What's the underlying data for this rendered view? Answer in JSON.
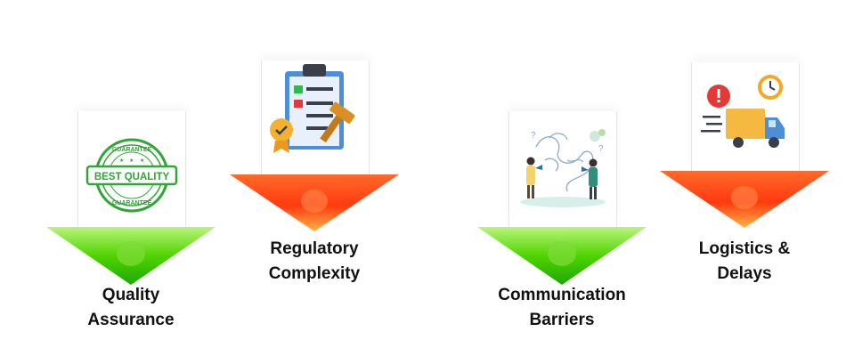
{
  "items": [
    {
      "label_line1": "Quality",
      "label_line2": "Assurance",
      "color": "green",
      "icon": "best-quality-badge-icon"
    },
    {
      "label_line1": "Regulatory",
      "label_line2": "Complexity",
      "color": "red",
      "icon": "clipboard-gavel-icon"
    },
    {
      "label_line1": "Communication",
      "label_line2": "Barriers",
      "color": "green",
      "icon": "communication-people-icon"
    },
    {
      "label_line1": "Logistics &",
      "label_line2": "Delays",
      "color": "red",
      "icon": "delivery-truck-clock-icon"
    }
  ],
  "badge": {
    "top_text": "GUARANTEE",
    "main_text": "BEST QUALITY",
    "bottom_text": "GUARANTEE"
  },
  "colors": {
    "green_light": "#9ef25a",
    "green_dark": "#1fb800",
    "red_light": "#ffb347",
    "red_dark": "#ff2a00"
  }
}
